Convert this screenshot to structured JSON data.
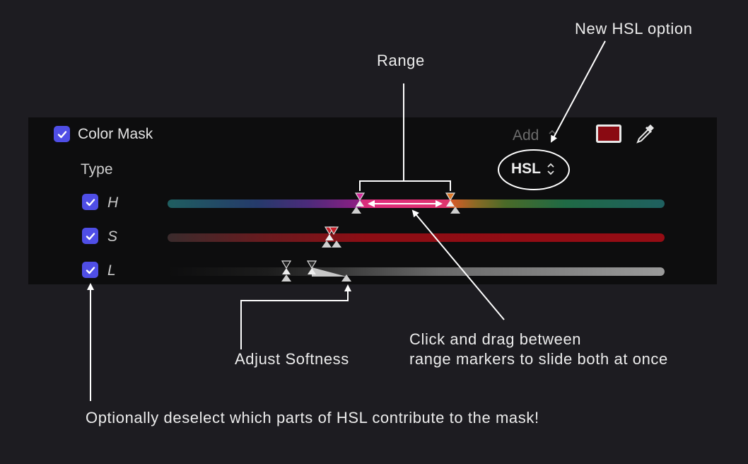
{
  "panel": {
    "title": "Color Mask",
    "title_checked": true,
    "type_label": "Type",
    "add_label": "Add",
    "mode_value": "HSL",
    "swatch_color": "#8a0a12",
    "channels": [
      {
        "label": "H",
        "checked": true
      },
      {
        "label": "S",
        "checked": true
      },
      {
        "label": "L",
        "checked": true
      }
    ]
  },
  "annotations": {
    "range": "Range",
    "new_option": "New HSL option",
    "click_drag_line1": "Click and drag between",
    "click_drag_line2": "range markers to slide both at once",
    "adjust_softness": "Adjust Softness",
    "deselect": "Optionally deselect which parts of HSL contribute to the mask!"
  },
  "colors": {
    "accent": "#4f4ee6",
    "annotation": "#ffffff"
  }
}
